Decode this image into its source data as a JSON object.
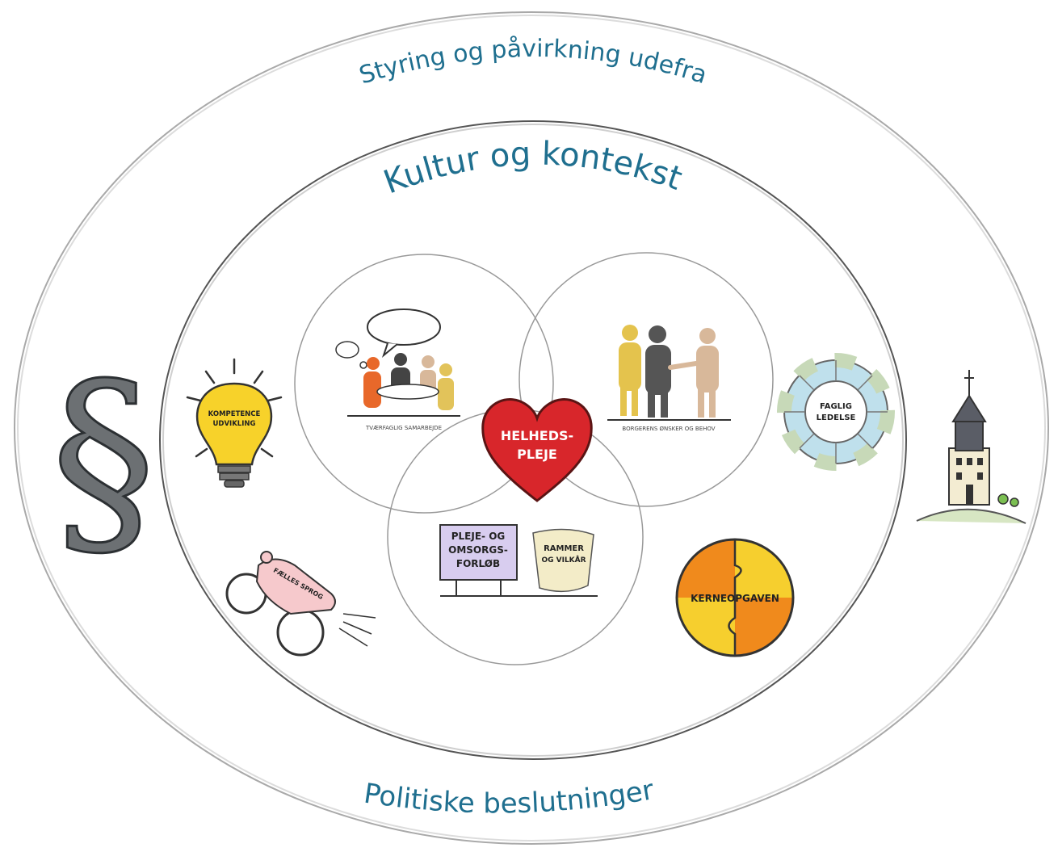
{
  "diagram": {
    "outer_label_top": "Styring og påvirkning udefra",
    "outer_label_bottom": "Politiske beslutninger",
    "inner_label_top": "Kultur og kontekst",
    "center_label_line1": "HELHEDS-",
    "center_label_line2": "PLEJE",
    "venn": {
      "left_caption": "TVÆRFAGLIG SAMARBEJDE",
      "right_caption": "BORGERENS ØNSKER OG BEHOV",
      "bottom_sign_lines": [
        "PLEJE- OG",
        "OMSORGS-",
        "FORLØB"
      ],
      "bottom_scroll_lines": [
        "RAMMER",
        "OG VILKÅR"
      ]
    },
    "icons": {
      "lightbulb_lines": [
        "KOMPETENCE",
        "UDVIKLING"
      ],
      "faglig_lines": [
        "FAGLIG",
        "LEDELSE"
      ],
      "puzzle_label": "KERNEOPGAVEN",
      "bike_label": "FÆLLES SPROG",
      "section_symbol": "§"
    },
    "colors": {
      "accent_text": "#1f6f8f",
      "heart": "#d8262b",
      "bulb": "#f7d22a",
      "puzzle_orange": "#f08a1c",
      "puzzle_yellow": "#f6cf2e",
      "ring_blue": "#bfe0ec",
      "ring_green": "#c7d9b8",
      "sign_purple": "#d8cdef"
    }
  }
}
